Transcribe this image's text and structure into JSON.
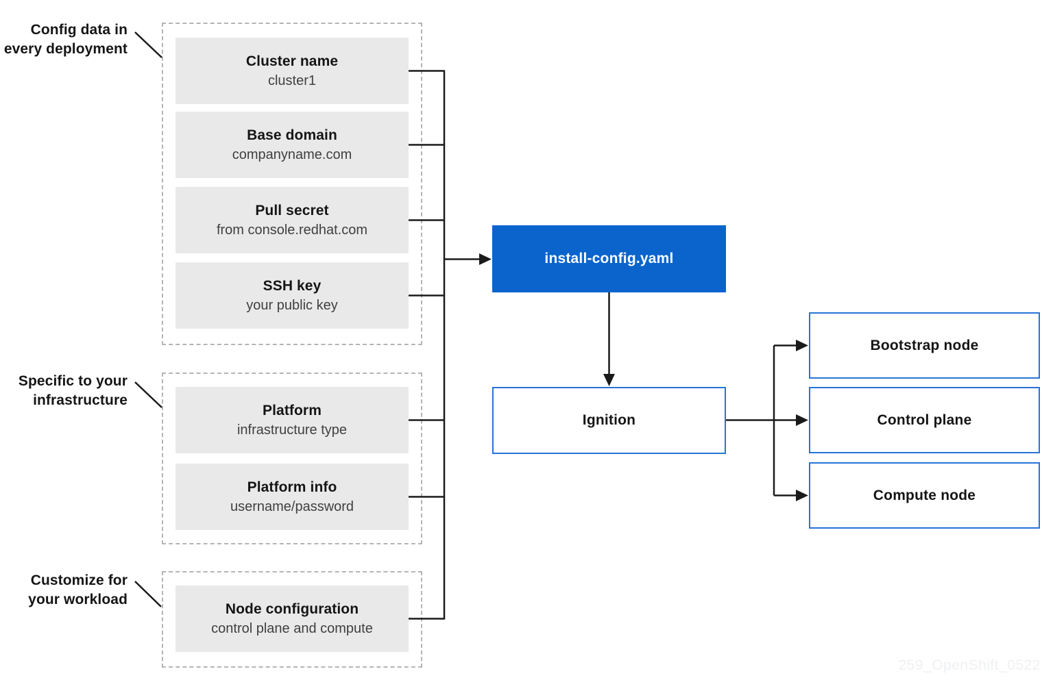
{
  "diagram": {
    "annotations": [
      {
        "line1": "Config data in",
        "line2": "every deployment"
      },
      {
        "line1": "Specific to your",
        "line2": "infrastructure"
      },
      {
        "line1": "Customize for",
        "line2": "your workload"
      }
    ],
    "groups": [
      {
        "name": "config-data-in-every-deployment",
        "boxes": [
          {
            "title": "Cluster name",
            "subtitle": "cluster1"
          },
          {
            "title": "Base domain",
            "subtitle": "companyname.com"
          },
          {
            "title": "Pull secret",
            "subtitle": "from console.redhat.com"
          },
          {
            "title": "SSH key",
            "subtitle": "your public key"
          }
        ]
      },
      {
        "name": "specific-to-your-infrastructure",
        "boxes": [
          {
            "title": "Platform",
            "subtitle": "infrastructure type"
          },
          {
            "title": "Platform info",
            "subtitle": "username/password"
          }
        ]
      },
      {
        "name": "customize-for-your-workload",
        "boxes": [
          {
            "title": "Node configuration",
            "subtitle": "control plane and compute"
          }
        ]
      }
    ],
    "config_file": {
      "label": "install-config.yaml"
    },
    "ignition": {
      "label": "Ignition"
    },
    "nodes": [
      {
        "label": "Bootstrap node"
      },
      {
        "label": "Control plane"
      },
      {
        "label": "Compute node"
      }
    ],
    "watermark": "259_OpenShift_0522",
    "colors": {
      "accent_fill": "#0b64cc",
      "accent_border": "#2673d9",
      "gray_box_fill": "#e9e9e9",
      "dashed_border": "#b4b4b4",
      "connector_line": "#1a1a1a",
      "title_text": "#151515",
      "subtitle_text": "#3f3f3f",
      "watermark_text": "#eef0f2"
    }
  }
}
